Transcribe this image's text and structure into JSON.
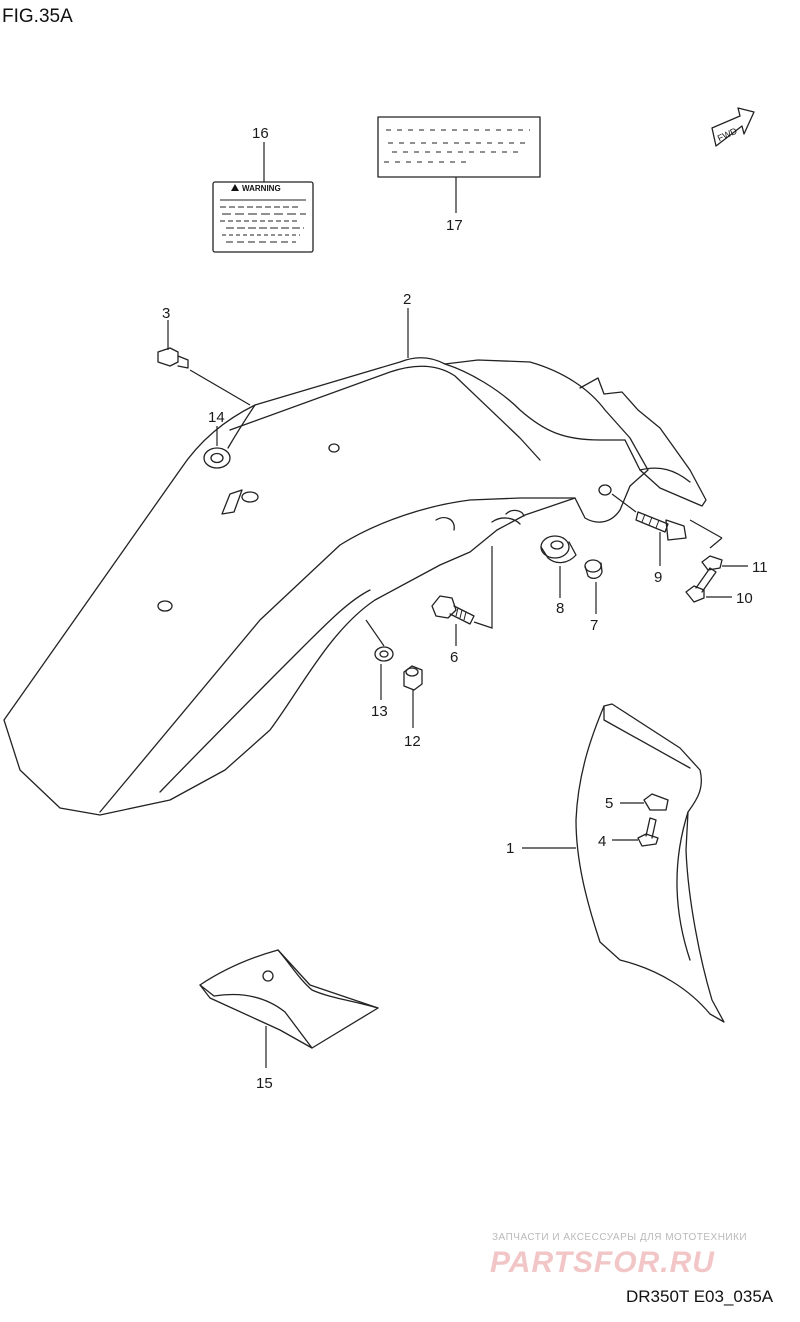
{
  "figure": {
    "title": "FIG.35A",
    "model_code": "DR350T E03_035A"
  },
  "badge": {
    "text": "FWD"
  },
  "warning_label": {
    "heading": "WARNING"
  },
  "watermark": {
    "caption": "ЗАПЧАСТИ И АКСЕССУАРЫ ДЛЯ МОТОТЕХНИКИ",
    "brand": "PARTSFOR.RU"
  },
  "callouts": {
    "c1": "1",
    "c2": "2",
    "c3": "3",
    "c4": "4",
    "c5": "5",
    "c6": "6",
    "c7": "7",
    "c8": "8",
    "c9": "9",
    "c10": "10",
    "c11": "11",
    "c12": "12",
    "c13": "13",
    "c14": "14",
    "c15": "15",
    "c16": "16",
    "c17": "17"
  }
}
